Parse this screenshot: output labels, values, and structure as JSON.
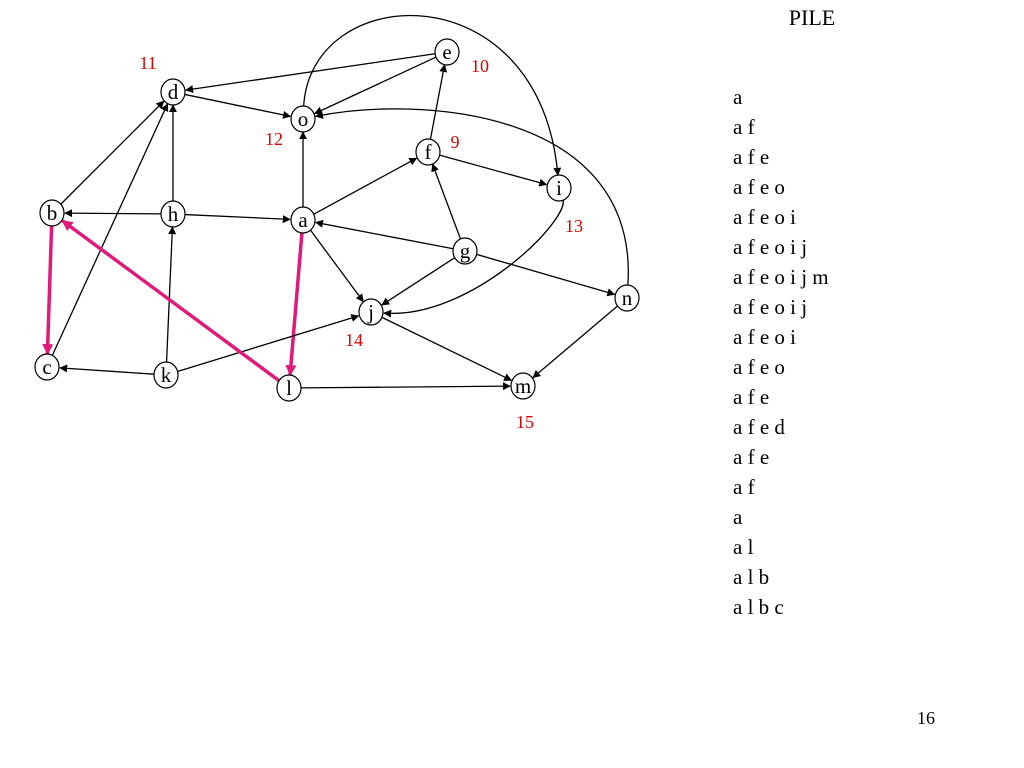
{
  "diagram": {
    "nodes": [
      {
        "id": "a",
        "label": "a"
      },
      {
        "id": "b",
        "label": "b"
      },
      {
        "id": "c",
        "label": "c"
      },
      {
        "id": "d",
        "label": "d"
      },
      {
        "id": "e",
        "label": "e"
      },
      {
        "id": "f",
        "label": "f"
      },
      {
        "id": "g",
        "label": "g"
      },
      {
        "id": "h",
        "label": "h"
      },
      {
        "id": "i",
        "label": "i"
      },
      {
        "id": "j",
        "label": "j"
      },
      {
        "id": "k",
        "label": "k"
      },
      {
        "id": "l",
        "label": "l"
      },
      {
        "id": "m",
        "label": "m"
      },
      {
        "id": "n",
        "label": "n"
      },
      {
        "id": "o",
        "label": "o"
      }
    ],
    "edges": [
      {
        "from": "a",
        "to": "o"
      },
      {
        "from": "a",
        "to": "f"
      },
      {
        "from": "a",
        "to": "j"
      },
      {
        "from": "a",
        "to": "l",
        "highlight": true
      },
      {
        "from": "b",
        "to": "d"
      },
      {
        "from": "b",
        "to": "c",
        "highlight": true
      },
      {
        "from": "c",
        "to": "d"
      },
      {
        "from": "d",
        "to": "o"
      },
      {
        "from": "e",
        "to": "d"
      },
      {
        "from": "e",
        "to": "o"
      },
      {
        "from": "f",
        "to": "e"
      },
      {
        "from": "f",
        "to": "i"
      },
      {
        "from": "g",
        "to": "a"
      },
      {
        "from": "g",
        "to": "f"
      },
      {
        "from": "g",
        "to": "j"
      },
      {
        "from": "g",
        "to": "n"
      },
      {
        "from": "h",
        "to": "b"
      },
      {
        "from": "h",
        "to": "d"
      },
      {
        "from": "h",
        "to": "a"
      },
      {
        "from": "i",
        "to": "j",
        "curved": true
      },
      {
        "from": "j",
        "to": "m"
      },
      {
        "from": "k",
        "to": "c"
      },
      {
        "from": "k",
        "to": "h"
      },
      {
        "from": "k",
        "to": "j"
      },
      {
        "from": "l",
        "to": "m"
      },
      {
        "from": "l",
        "to": "b",
        "highlight": true
      },
      {
        "from": "n",
        "to": "m"
      },
      {
        "from": "n",
        "to": "o",
        "curved": true
      },
      {
        "from": "o",
        "to": "i",
        "curved": true
      }
    ],
    "order_labels": [
      {
        "node": "f",
        "text": "9"
      },
      {
        "node": "e",
        "text": "10"
      },
      {
        "node": "d",
        "text": "11"
      },
      {
        "node": "o",
        "text": "12"
      },
      {
        "node": "i",
        "text": "13"
      },
      {
        "node": "j",
        "text": "14"
      },
      {
        "node": "m",
        "text": "15"
      }
    ],
    "colors": {
      "edge": "#000000",
      "highlight_edge": "#e0197a",
      "order_label": "#e00000"
    }
  },
  "stack": {
    "title": "PILE",
    "lines": [
      "a",
      "a f",
      "a f e",
      "a f e o",
      "a f e o i",
      "a f e o i j",
      "a f e o i j m",
      "a f e o i j",
      "a f e o i",
      "a f e o",
      "a f e",
      "a f e d",
      "a f e",
      "a f",
      "a",
      "a l",
      "a l b",
      "a l b c"
    ]
  },
  "page_number": "16"
}
